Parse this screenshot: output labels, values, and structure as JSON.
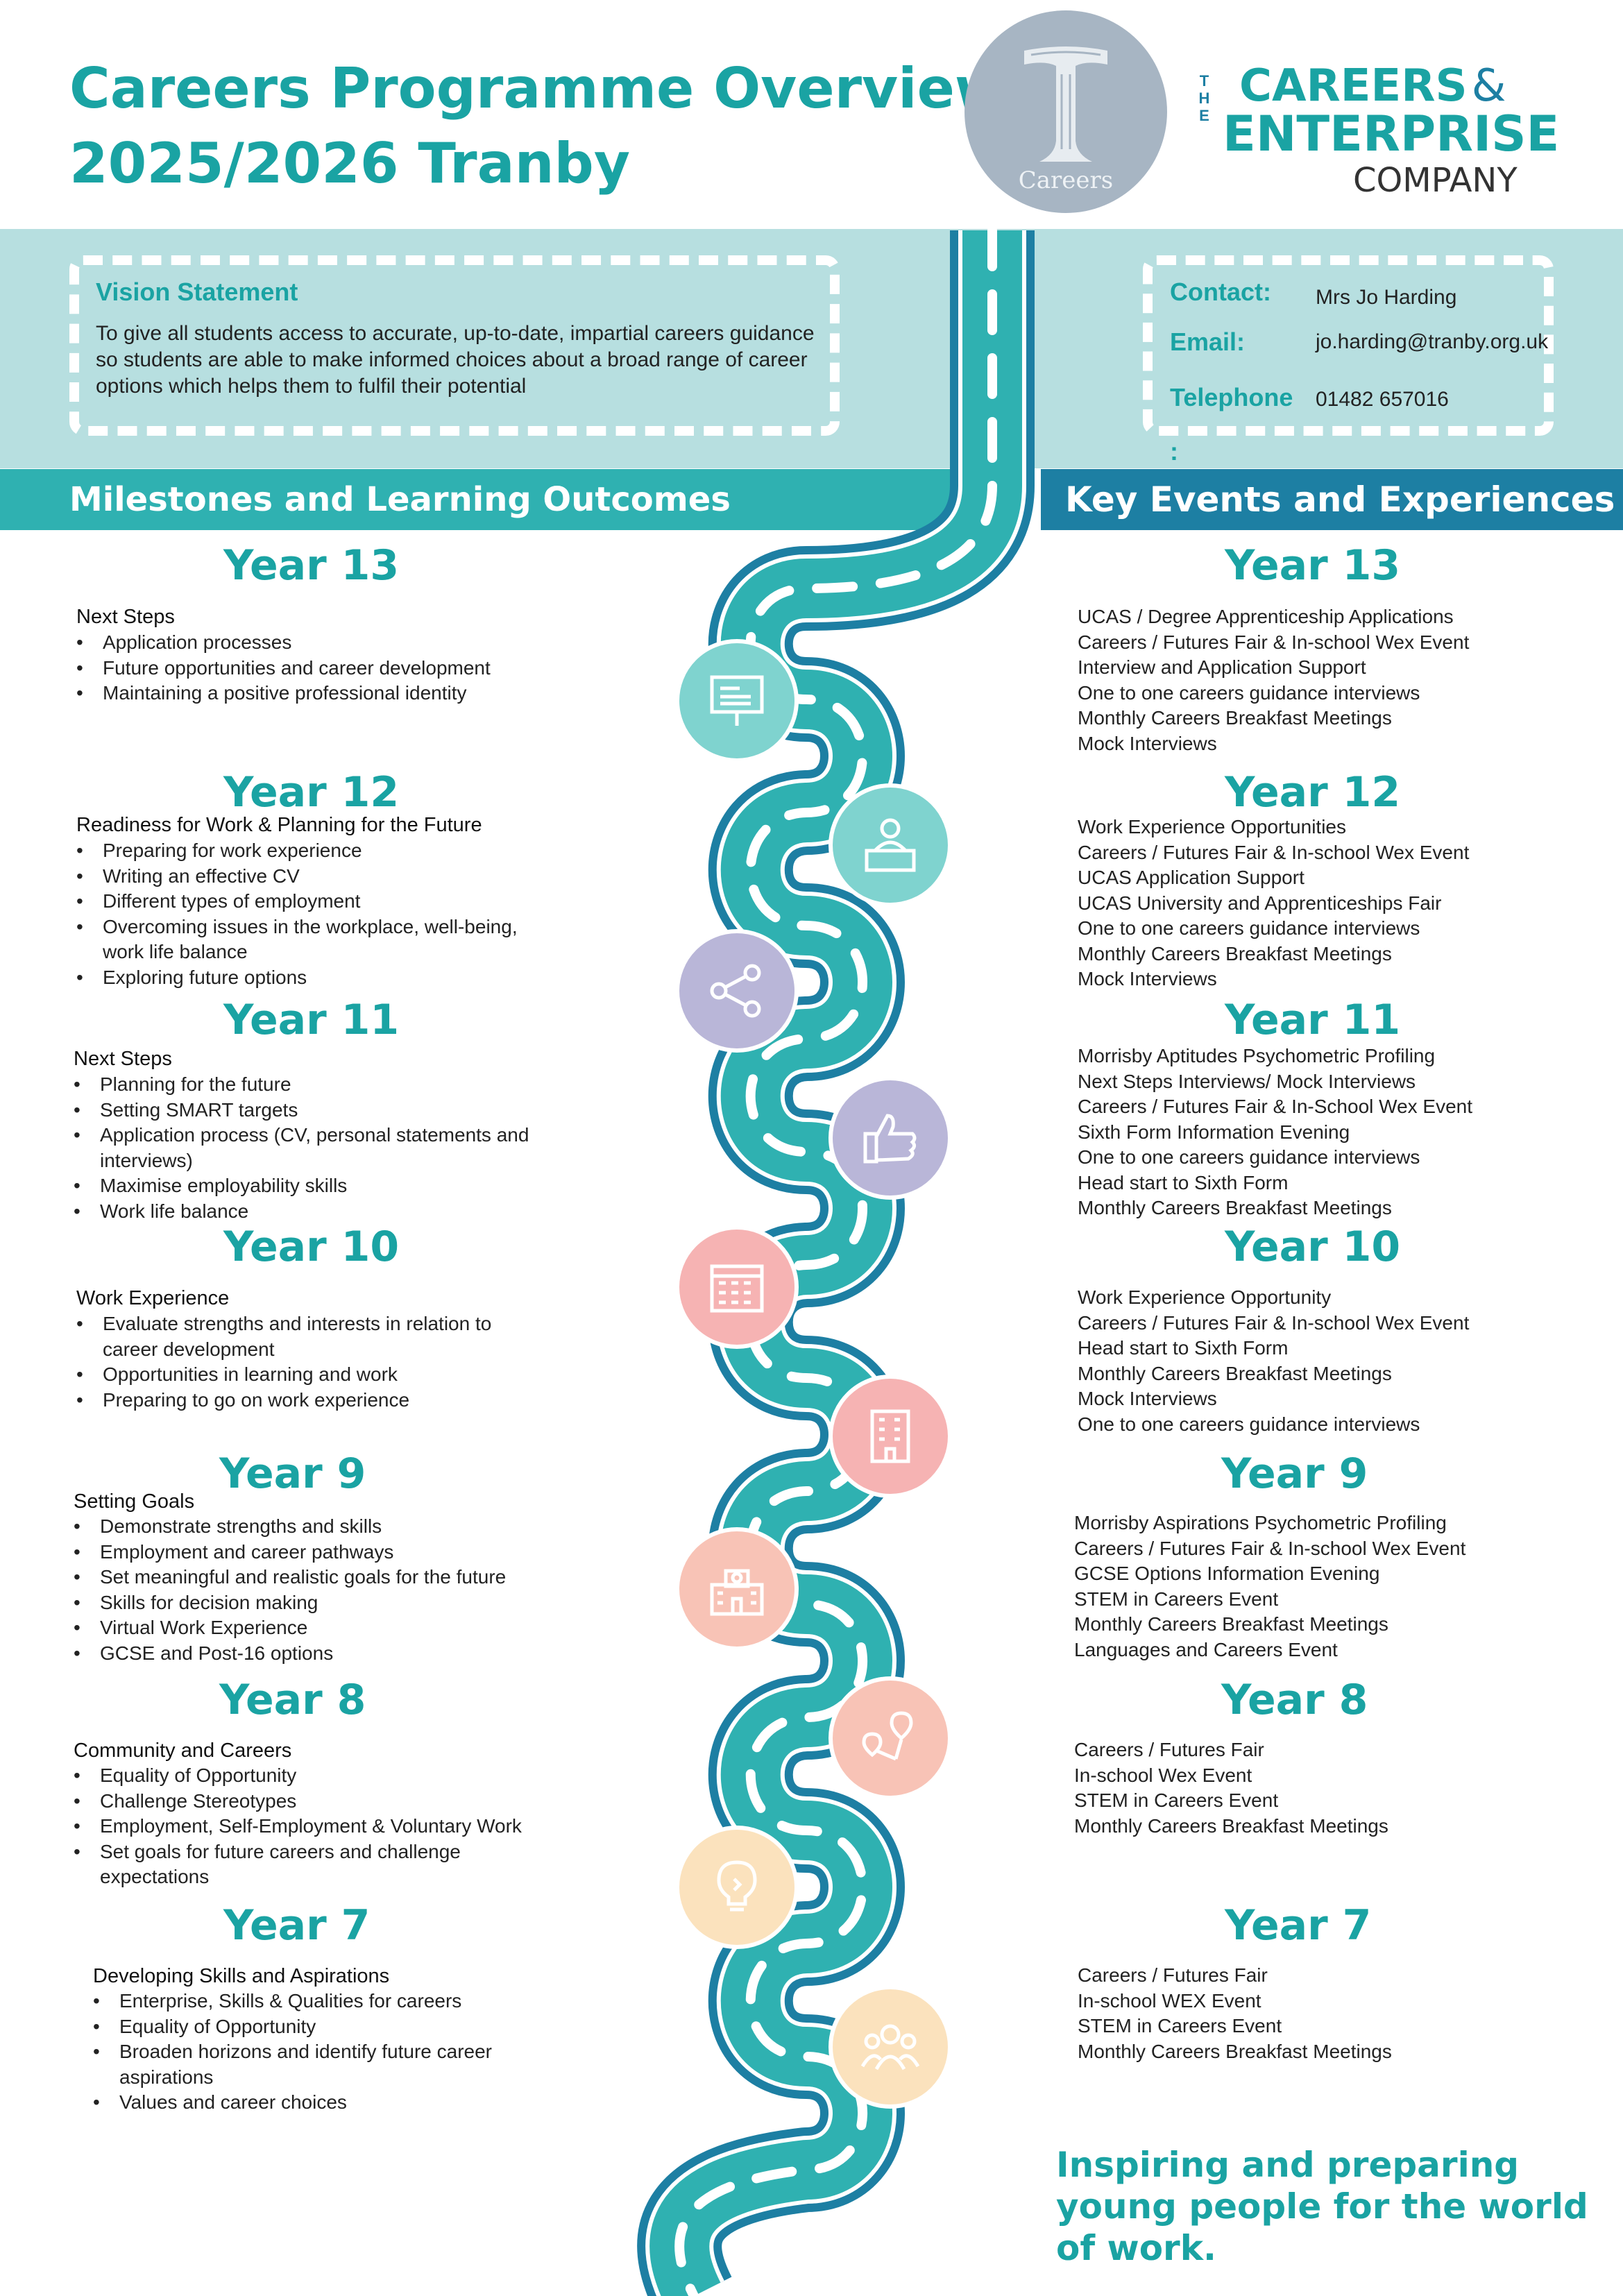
{
  "header": {
    "title_line1": "Careers Programme Overview",
    "title_line2": "2025/2026 Tranby",
    "school_logo_text": "Careers",
    "cec_logo": {
      "the": "THE",
      "line1": "CAREERS",
      "amp": "&",
      "line2": "ENTERPRISE",
      "line3": "COMPANY"
    }
  },
  "vision": {
    "heading": "Vision Statement",
    "text": "To give all students access to accurate, up-to-date, impartial careers guidance so students are able to make informed choices about a broad range of career options which helps them to fulfil their potential"
  },
  "contact": {
    "contact_label": "Contact:",
    "contact_value": "Mrs Jo Harding",
    "email_label": "Email:",
    "email_value": "jo.harding@tranby.org.uk",
    "phone_label": "Telephone",
    "phone_colon": ":",
    "phone_value": "01482 657016"
  },
  "bars": {
    "left": "Milestones and Learning Outcomes",
    "right": "Key Events and Experiences"
  },
  "milestones": [
    {
      "year": "Year 13",
      "title": "Next Steps",
      "items": [
        "Application processes",
        "Future opportunities and career development",
        "Maintaining a positive professional identity"
      ]
    },
    {
      "year": "Year 12",
      "title": "Readiness for Work & Planning for the Future",
      "items": [
        "Preparing for work experience",
        "Writing an effective CV",
        "Different types of employment",
        "Overcoming issues in the workplace, well-being, work life balance",
        "Exploring future options"
      ]
    },
    {
      "year": "Year 11",
      "title": "Next Steps",
      "items": [
        "Planning for the future",
        "Setting SMART targets",
        "Application process (CV, personal statements and interviews)",
        "Maximise employability skills",
        "Work life balance"
      ]
    },
    {
      "year": "Year 10",
      "title": "Work Experience",
      "items": [
        "Evaluate strengths and interests in relation to career development",
        "Opportunities in learning and work",
        "Preparing to go on work experience"
      ]
    },
    {
      "year": "Year 9",
      "title": "Setting Goals",
      "items": [
        "Demonstrate strengths and skills",
        "Employment and career pathways",
        "Set meaningful and realistic goals for the future",
        "Skills for decision making",
        "Virtual Work Experience",
        "GCSE and Post-16 options"
      ]
    },
    {
      "year": "Year 8",
      "title": "Community and Careers",
      "items": [
        "Equality of Opportunity",
        "Challenge Stereotypes",
        "Employment, Self-Employment & Voluntary Work",
        "Set goals for future careers and challenge expectations"
      ]
    },
    {
      "year": "Year 7",
      "title": "Developing Skills and Aspirations",
      "items": [
        "Enterprise, Skills & Qualities for careers",
        "Equality of Opportunity",
        "Broaden horizons and identify future career aspirations",
        "Values and career choices"
      ]
    }
  ],
  "events": [
    {
      "year": "Year 13",
      "items": [
        "UCAS / Degree Apprenticeship Applications",
        "Careers / Futures Fair & In-school Wex Event",
        "Interview and Application Support",
        "One to one careers guidance interviews",
        "Monthly Careers Breakfast Meetings",
        "Mock Interviews"
      ]
    },
    {
      "year": "Year 12",
      "items": [
        "Work Experience Opportunities",
        "Careers / Futures Fair & In-school Wex Event",
        "UCAS Application Support",
        "UCAS University and Apprenticeships Fair",
        "One to one careers guidance interviews",
        "Monthly Careers Breakfast Meetings",
        "Mock Interviews"
      ]
    },
    {
      "year": "Year 11",
      "items": [
        "Morrisby Aptitudes Psychometric Profiling",
        "Next Steps Interviews/ Mock Interviews",
        "Careers / Futures Fair & In-School Wex Event",
        "Sixth Form Information Evening",
        "One to one careers guidance interviews",
        "Head start to Sixth Form",
        "Monthly Careers Breakfast Meetings"
      ]
    },
    {
      "year": "Year 10",
      "items": [
        "Work Experience Opportunity",
        "Careers / Futures Fair & In-school Wex Event",
        "Head start to Sixth Form",
        "Monthly Careers Breakfast Meetings",
        "Mock Interviews",
        "One to one careers guidance interviews"
      ]
    },
    {
      "year": "Year 9",
      "items": [
        "Morrisby Aspirations Psychometric Profiling",
        "Careers / Futures Fair & In-school Wex Event",
        "GCSE Options Information Evening",
        "STEM in Careers Event",
        "Monthly Careers Breakfast Meetings",
        "Languages and Careers Event"
      ]
    },
    {
      "year": "Year 8",
      "items": [
        "Careers / Futures Fair",
        "In-school Wex Event",
        "STEM in Careers Event",
        "Monthly Careers Breakfast Meetings"
      ]
    },
    {
      "year": "Year 7",
      "items": [
        "Careers / Futures Fair",
        "In-school WEX Event",
        "STEM in Careers Event",
        "Monthly Careers Breakfast Meetings"
      ]
    }
  ],
  "road_icons": [
    {
      "icon": "presentation-board-icon",
      "color": "#7fd3cf"
    },
    {
      "icon": "person-at-desk-icon",
      "color": "#7fd3cf"
    },
    {
      "icon": "share-network-icon",
      "color": "#b9b6d8"
    },
    {
      "icon": "thumbs-up-icon",
      "color": "#b9b6d8"
    },
    {
      "icon": "calendar-icon",
      "color": "#f6b3b3"
    },
    {
      "icon": "office-building-icon",
      "color": "#f6b3b3"
    },
    {
      "icon": "school-building-icon",
      "color": "#f8c3b6"
    },
    {
      "icon": "map-pins-icon",
      "color": "#f8c3b6"
    },
    {
      "icon": "lightbulb-icon",
      "color": "#fbe2bd"
    },
    {
      "icon": "people-group-icon",
      "color": "#fbe2bd"
    }
  ],
  "slogan": "Inspiring and preparing young  people for the world of work.",
  "colors": {
    "teal": "#1aa3a3",
    "road_outer": "#1d7fa3",
    "road_inner": "#2fb1b1",
    "band": "#b7dfe0"
  }
}
